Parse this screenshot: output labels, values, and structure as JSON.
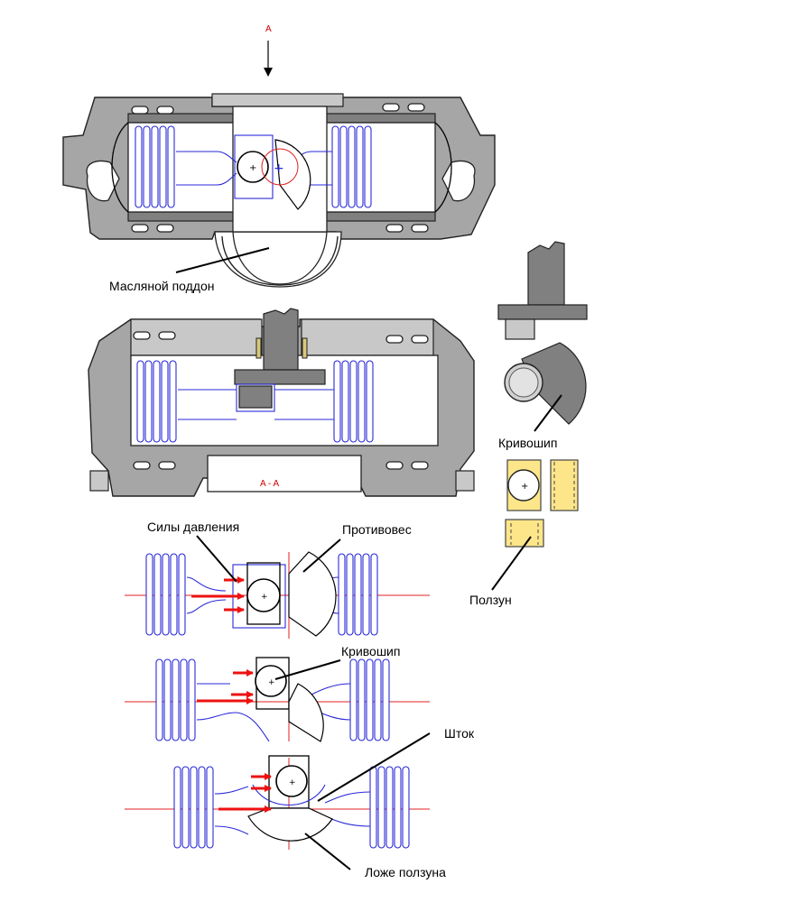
{
  "labels": {
    "section_top_letter": "A",
    "oil_pan": "Масляной поддон",
    "section_aa": "A - A",
    "crank_right": "Кривошип",
    "slider": "Ползун",
    "pressure_forces": "Силы давления",
    "counterweight": "Противовес",
    "crank_middle": "Кривошип",
    "rod": "Шток",
    "slider_bed": "Ложе ползуна"
  },
  "colors": {
    "body_fill": "#a6a6a6",
    "piston_lines": "#2a2ad8",
    "axis_lines": "#e02020",
    "force_arrows": "#ee1111",
    "slider_fill": "#fde68a"
  }
}
